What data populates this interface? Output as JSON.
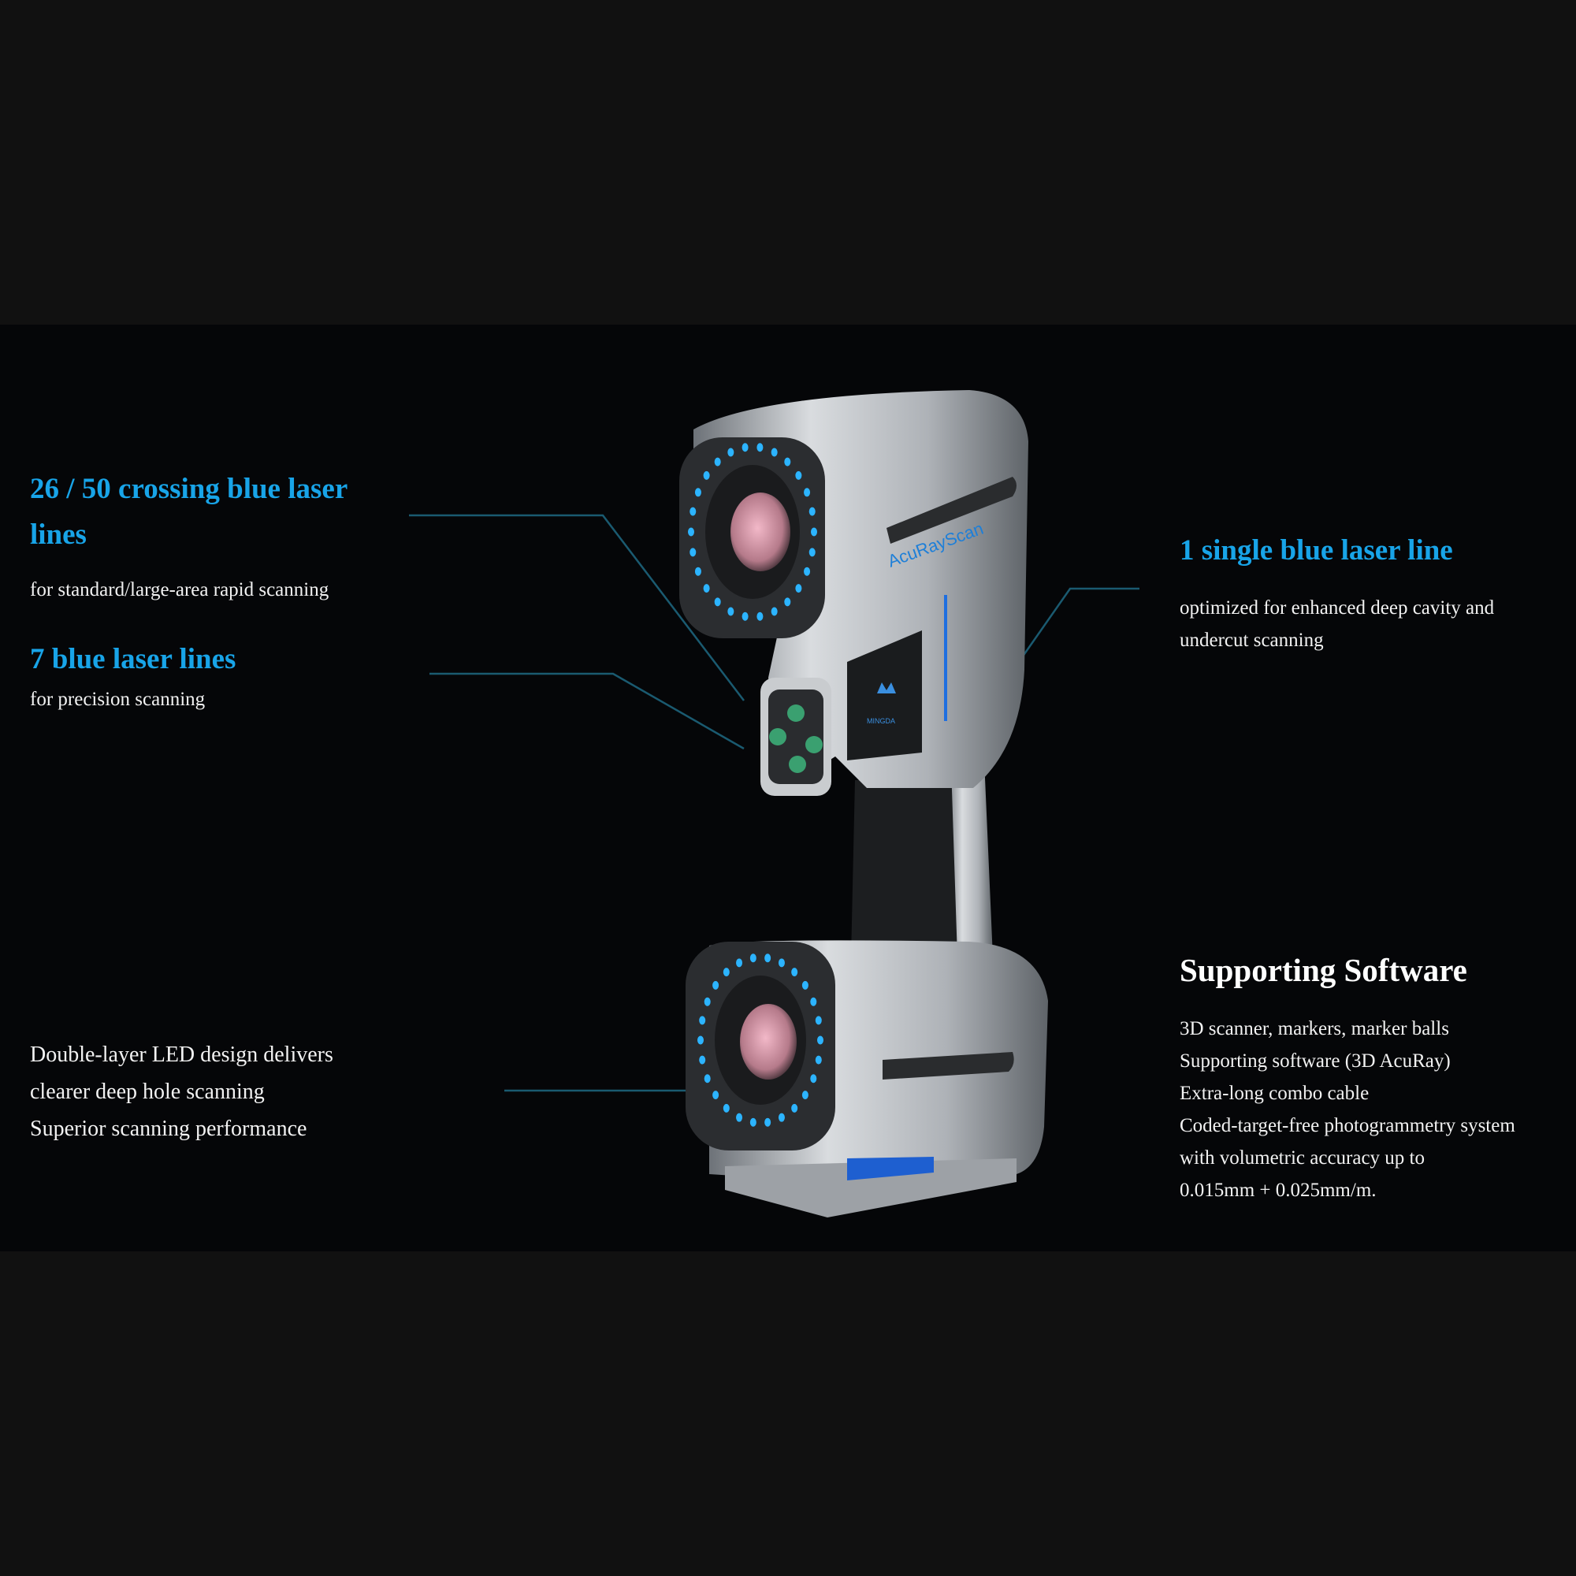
{
  "features_left": [
    {
      "title": "26 / 50 crossing blue laser lines",
      "desc": "for standard/large-area rapid scanning"
    },
    {
      "title": "7 blue laser lines",
      "desc": "for precision scanning"
    }
  ],
  "led_note": [
    "Double-layer LED design delivers",
    "clearer deep hole scanning",
    "Superior scanning performance"
  ],
  "feature_right": {
    "title": "1 single blue laser line",
    "desc": [
      "optimized for enhanced deep cavity and",
      "undercut scanning"
    ]
  },
  "software": {
    "title": "Supporting Software",
    "items": [
      "3D scanner, markers, marker balls",
      "Supporting software (3D AcuRay)",
      "Extra-long combo cable",
      "Coded-target-free photogrammetry system",
      "with volumetric accuracy up to",
      "0.015mm + 0.025mm/m."
    ]
  },
  "product": {
    "brand_label": "AcuRayScan",
    "logo_text": "MINGDA"
  },
  "colors": {
    "accent": "#18a4e8",
    "leader": "#1a5a70"
  }
}
